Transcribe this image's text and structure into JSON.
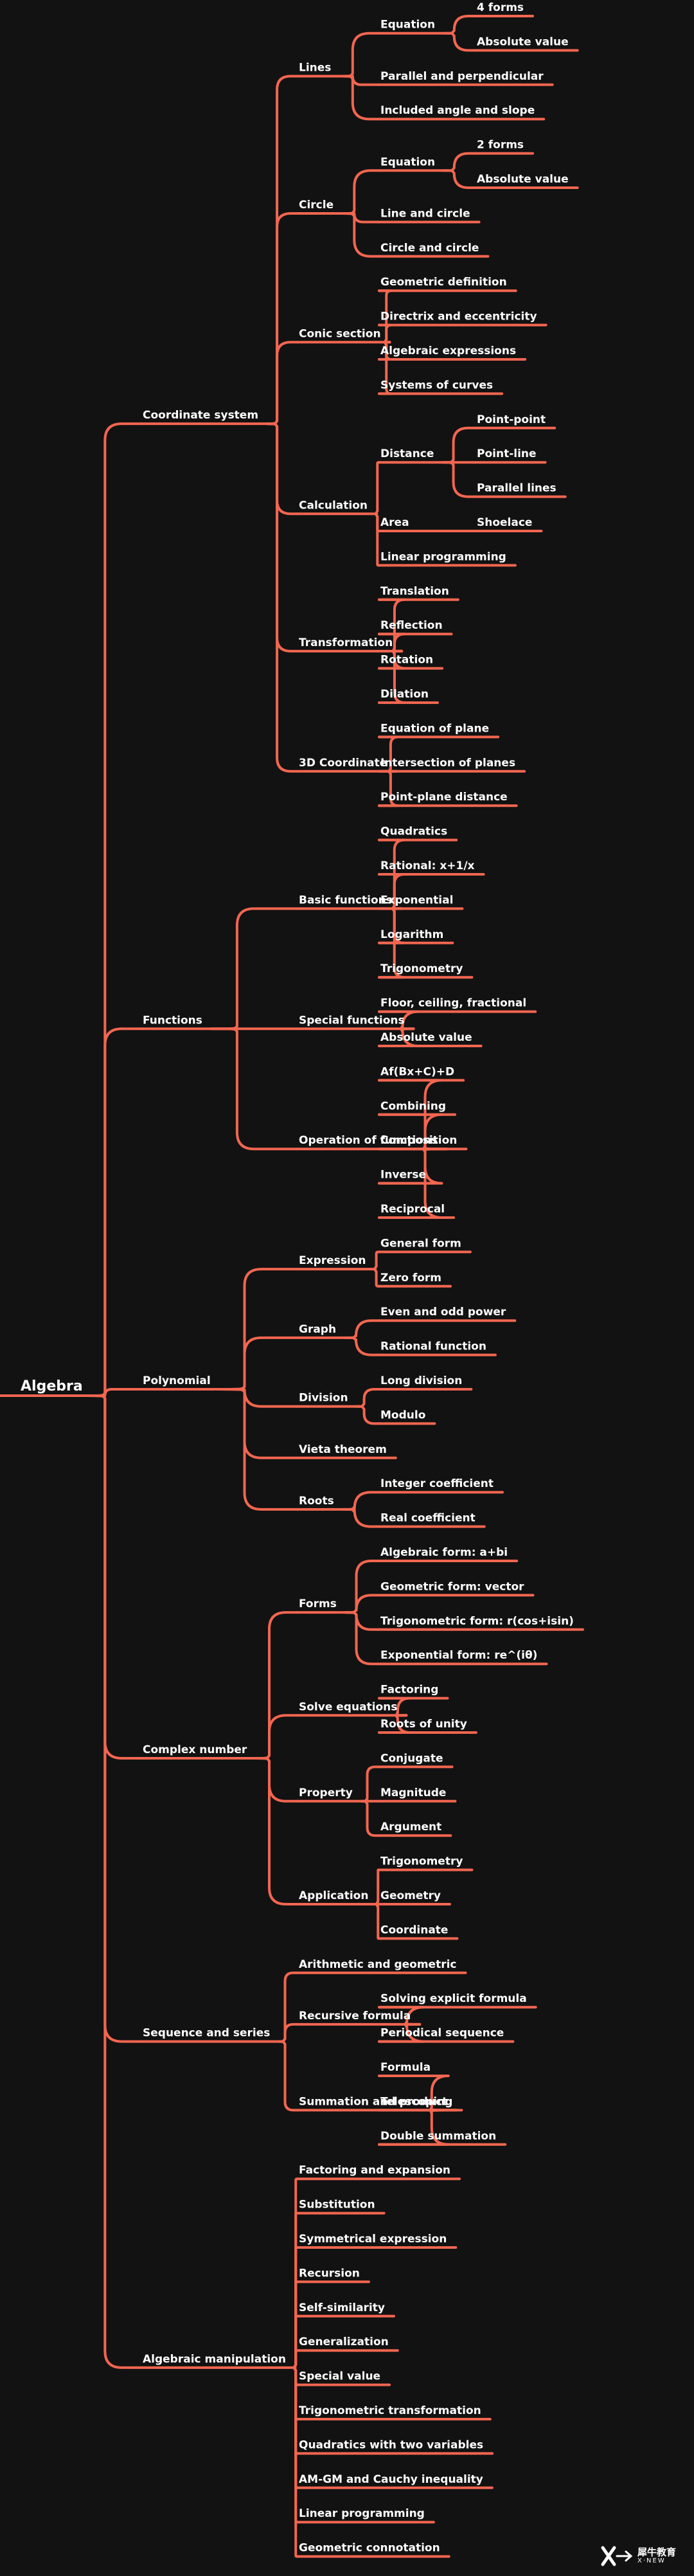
{
  "root": "Algebra",
  "colors": {
    "background": "#121212",
    "line": "#f26650",
    "text": "#ffffff"
  },
  "tree": [
    {
      "label": "Coordinate system",
      "children": [
        {
          "label": "Lines",
          "children": [
            {
              "label": "Equation",
              "children": [
                {
                  "label": "4 forms"
                },
                {
                  "label": "Absolute value"
                }
              ]
            },
            {
              "label": "Parallel and perpendicular"
            },
            {
              "label": "Included angle and slope"
            }
          ]
        },
        {
          "label": "Circle",
          "children": [
            {
              "label": "Equation",
              "children": [
                {
                  "label": "2 forms"
                },
                {
                  "label": "Absolute value"
                }
              ]
            },
            {
              "label": "Line and circle"
            },
            {
              "label": "Circle and circle"
            }
          ]
        },
        {
          "label": "Conic section",
          "children": [
            {
              "label": "Geometric definition"
            },
            {
              "label": "Directrix and eccentricity"
            },
            {
              "label": "Algebraic expressions"
            },
            {
              "label": "Systems of curves"
            }
          ]
        },
        {
          "label": "Calculation",
          "children": [
            {
              "label": "Distance",
              "children": [
                {
                  "label": "Point-point"
                },
                {
                  "label": "Point-line"
                },
                {
                  "label": "Parallel lines"
                }
              ]
            },
            {
              "label": "Area",
              "children": [
                {
                  "label": "Shoelace"
                }
              ]
            },
            {
              "label": "Linear programming"
            }
          ]
        },
        {
          "label": "Transformation",
          "children": [
            {
              "label": "Translation"
            },
            {
              "label": "Reflection"
            },
            {
              "label": "Rotation"
            },
            {
              "label": "Dilation"
            }
          ]
        },
        {
          "label": "3D Coordinate",
          "children": [
            {
              "label": "Equation of plane"
            },
            {
              "label": "Intersection of planes"
            },
            {
              "label": "Point-plane distance"
            }
          ]
        }
      ]
    },
    {
      "label": "Functions",
      "children": [
        {
          "label": "Basic functions",
          "children": [
            {
              "label": "Quadratics"
            },
            {
              "label": "Rational: x+1/x"
            },
            {
              "label": "Exponential"
            },
            {
              "label": "Logarithm"
            },
            {
              "label": "Trigonometry"
            }
          ]
        },
        {
          "label": "Special functions",
          "children": [
            {
              "label": "Floor, ceiling, fractional"
            },
            {
              "label": "Absolute value"
            }
          ]
        },
        {
          "label": "Operation of functions",
          "children": [
            {
              "label": "Af(Bx+C)+D"
            },
            {
              "label": "Combining"
            },
            {
              "label": "Composition"
            },
            {
              "label": "Inverse"
            },
            {
              "label": "Reciprocal"
            }
          ]
        }
      ]
    },
    {
      "label": "Polynomial",
      "children": [
        {
          "label": "Expression",
          "children": [
            {
              "label": "General form"
            },
            {
              "label": "Zero form"
            }
          ]
        },
        {
          "label": "Graph",
          "children": [
            {
              "label": "Even and odd power"
            },
            {
              "label": "Rational function"
            }
          ]
        },
        {
          "label": "Division",
          "children": [
            {
              "label": "Long division"
            },
            {
              "label": "Modulo"
            }
          ]
        },
        {
          "label": "Vieta theorem"
        },
        {
          "label": "Roots",
          "children": [
            {
              "label": "Integer coefficient"
            },
            {
              "label": "Real coefficient"
            }
          ]
        }
      ]
    },
    {
      "label": "Complex number",
      "children": [
        {
          "label": "Forms",
          "children": [
            {
              "label": "Algebraic form: a+bi"
            },
            {
              "label": "Geometric form: vector"
            },
            {
              "label": "Trigonometric form: r(cos+isin)"
            },
            {
              "label": "Exponential form: re^(iθ)"
            }
          ]
        },
        {
          "label": "Solve equations",
          "children": [
            {
              "label": "Factoring"
            },
            {
              "label": "Roots of unity"
            }
          ]
        },
        {
          "label": "Property",
          "children": [
            {
              "label": "Conjugate"
            },
            {
              "label": "Magnitude"
            },
            {
              "label": "Argument"
            }
          ]
        },
        {
          "label": "Application",
          "children": [
            {
              "label": "Trigonometry"
            },
            {
              "label": "Geometry"
            },
            {
              "label": "Coordinate"
            }
          ]
        }
      ]
    },
    {
      "label": "Sequence and series",
      "children": [
        {
          "label": "Arithmetic and geometric"
        },
        {
          "label": "Recursive formula",
          "children": [
            {
              "label": "Solving explicit formula"
            },
            {
              "label": "Periodical sequence"
            }
          ]
        },
        {
          "label": "Summation and product",
          "children": [
            {
              "label": "Formula"
            },
            {
              "label": "Telescoping"
            },
            {
              "label": "Double summation"
            }
          ]
        }
      ]
    },
    {
      "label": "Algebraic manipulation",
      "children": [
        {
          "label": "Factoring and expansion"
        },
        {
          "label": "Substitution"
        },
        {
          "label": "Symmetrical expression"
        },
        {
          "label": "Recursion"
        },
        {
          "label": "Self-similarity"
        },
        {
          "label": "Generalization"
        },
        {
          "label": "Special value"
        },
        {
          "label": "Trigonometric transformation"
        },
        {
          "label": "Quadratics with two variables"
        },
        {
          "label": "AM-GM and Cauchy inequality"
        },
        {
          "label": "Linear programming"
        },
        {
          "label": "Geometric connotation"
        }
      ]
    }
  ],
  "logo": {
    "icon": "x-logo-icon",
    "text_top": "犀牛教育",
    "text_bottom": "X·NEW"
  }
}
